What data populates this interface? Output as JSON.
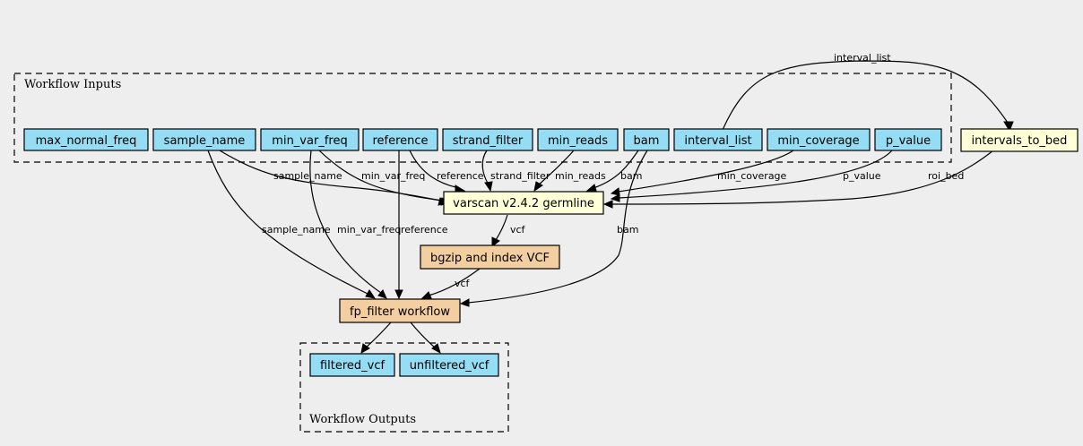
{
  "colors": {
    "background": "#eeeeee",
    "input_fill": "#94ddf4",
    "step_fill": "#ffffd8",
    "subworkflow_fill": "#f3cea1"
  },
  "clusters": {
    "inputs": "Workflow Inputs",
    "outputs": "Workflow Outputs"
  },
  "inputs": {
    "max_normal_freq": "max_normal_freq",
    "sample_name": "sample_name",
    "min_var_freq": "min_var_freq",
    "reference": "reference",
    "strand_filter": "strand_filter",
    "min_reads": "min_reads",
    "bam": "bam",
    "interval_list": "interval_list",
    "min_coverage": "min_coverage",
    "p_value": "p_value"
  },
  "steps": {
    "intervals_to_bed": "intervals_to_bed",
    "varscan": "varscan v2.4.2 germline",
    "bgzip": "bgzip and index VCF",
    "fp_filter": "fp_filter workflow"
  },
  "outputs": {
    "filtered_vcf": "filtered_vcf",
    "unfiltered_vcf": "unfiltered_vcf"
  },
  "edge_labels": {
    "interval_list_to_bed": "interval_list",
    "sample_name_to_varscan": "sample_name",
    "min_var_freq_to_varscan": "min_var_freq",
    "reference_to_varscan": "reference",
    "strand_filter_to_varscan": "strand_filter",
    "min_reads_to_varscan": "min_reads",
    "bam_to_varscan": "bam",
    "min_coverage_to_varscan": "min_coverage",
    "p_value_to_varscan": "p_value",
    "roi_bed_to_varscan": "roi_bed",
    "varscan_to_bgzip": "vcf",
    "sample_name_to_fp": "sample_name",
    "min_var_freq_to_fp": "min_var_freq",
    "reference_to_fp": "reference",
    "bam_to_fp": "bam",
    "bgzip_to_fp": "vcf"
  }
}
